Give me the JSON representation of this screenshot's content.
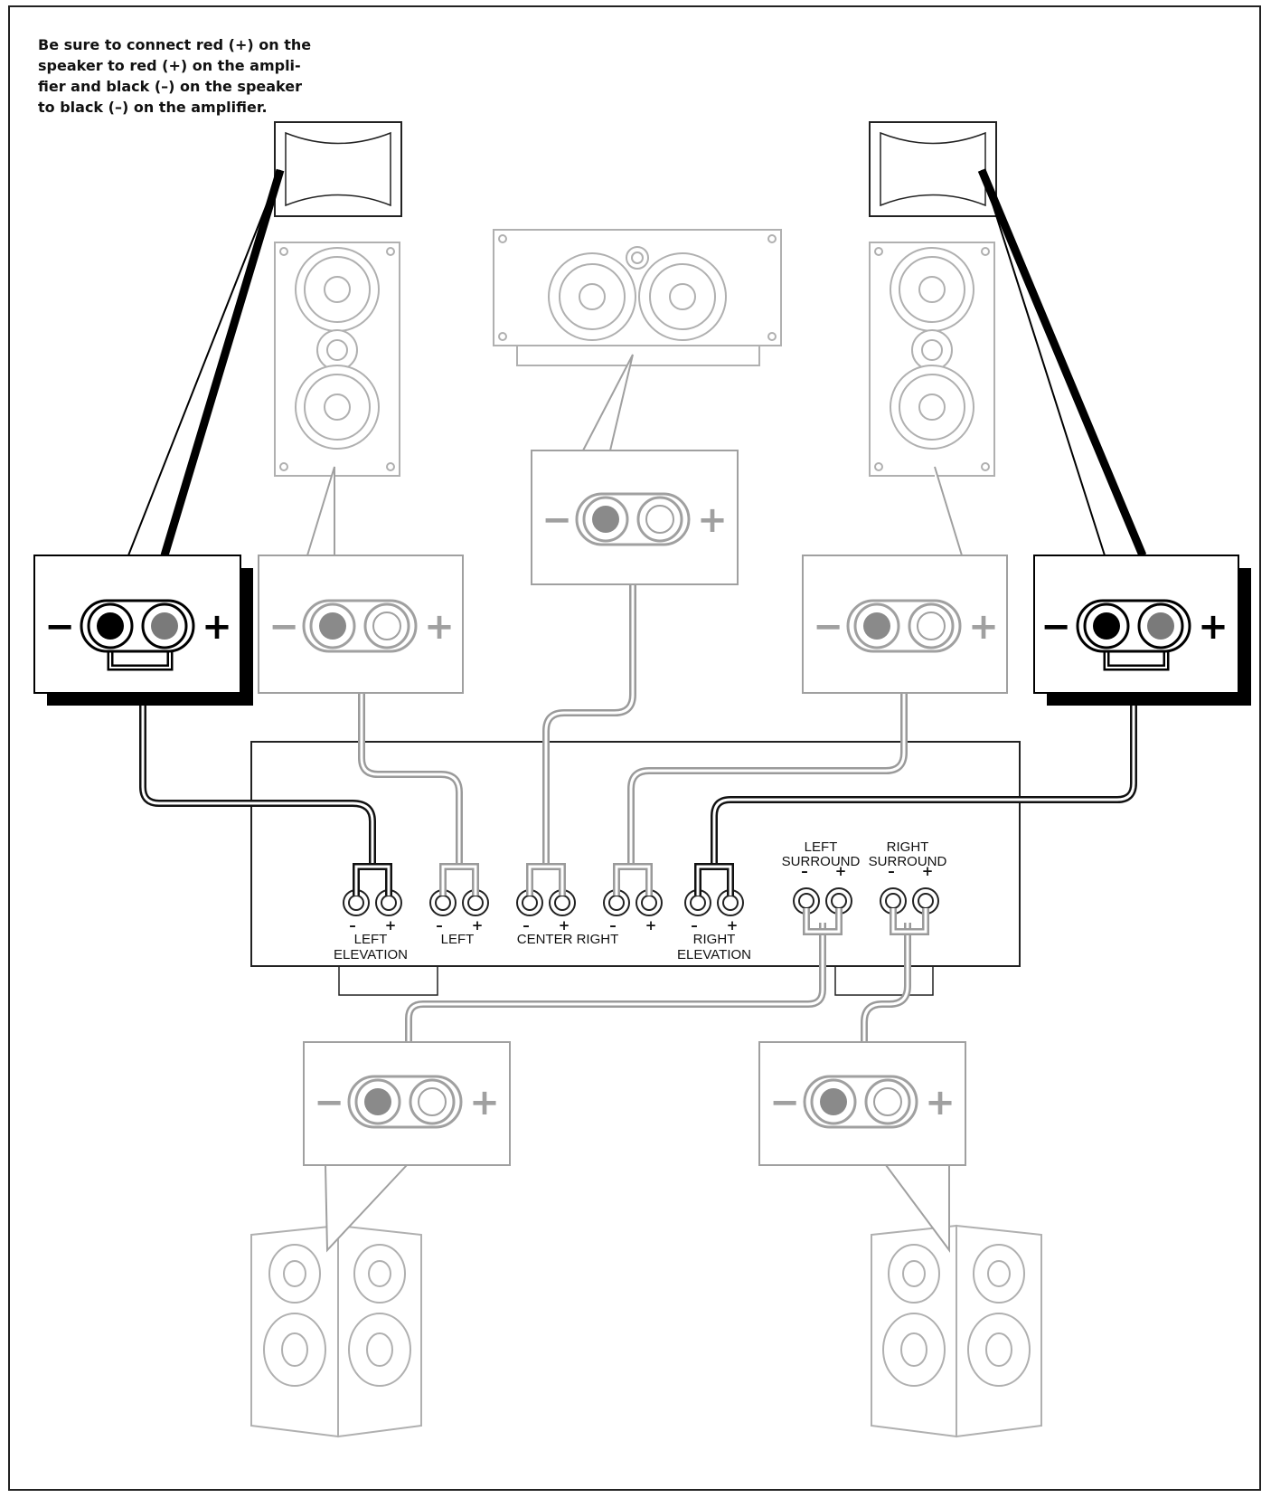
{
  "note": {
    "lines": [
      "Be sure to connect red (+) on the",
      "speaker to red (+) on the ampli-",
      "fier and black (–) on the speaker",
      "to black (–) on the amplifier."
    ]
  },
  "terminals": {
    "minus": "–",
    "plus": "+",
    "big_minus": "−",
    "big_plus": "+"
  },
  "amplifier": {
    "left_elevation": [
      "LEFT",
      "ELEVATION"
    ],
    "left": "LEFT",
    "center_right": "CENTER RIGHT",
    "right_elevation": [
      "RIGHT",
      "ELEVATION"
    ],
    "left_surround": [
      "LEFT",
      "SURROUND"
    ],
    "right_surround": [
      "RIGHT",
      "SURROUND"
    ]
  },
  "colors": {
    "red_terminal": "#7a7a7a",
    "black_terminal": "#000000",
    "faded_line": "#9a9a9a",
    "dark_line": "#111111"
  }
}
